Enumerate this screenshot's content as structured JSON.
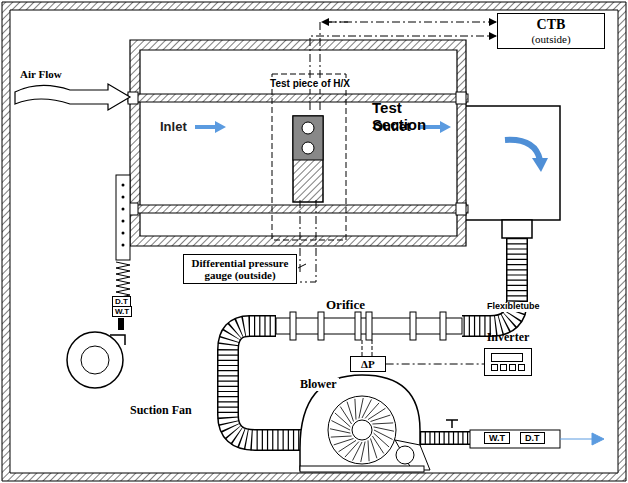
{
  "diagram": {
    "nodes": [
      {
        "text": [
          "CTB",
          "(outside)"
        ]
      },
      {
        "text": [
          "Differential pressure gauge (outside)"
        ]
      },
      {
        "text": [
          "D.T"
        ]
      },
      {
        "text": [
          "W.T"
        ]
      },
      {
        "text": [
          "ΔP"
        ]
      },
      {
        "text": [
          "Inverter"
        ]
      },
      {
        "text": [
          "W.T"
        ]
      },
      {
        "text": [
          "D.T"
        ]
      }
    ],
    "edges": [
      {
        "from": 4,
        "to": 5,
        "arrow": "none"
      }
    ],
    "labels": [
      "Air Flow",
      "Inlet",
      "Test piece of H/X",
      "Test Section",
      "Outlet",
      "Flexibletube",
      "Orifice",
      "Blower",
      "Suction Fan"
    ]
  }
}
